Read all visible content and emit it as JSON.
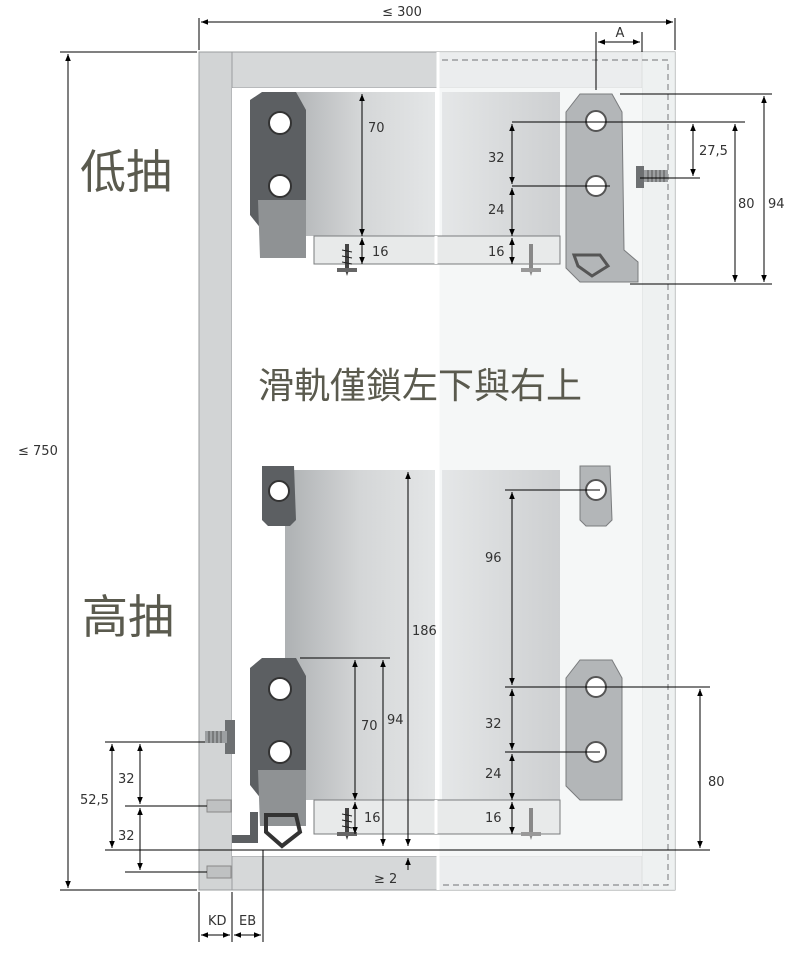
{
  "dimensions": {
    "width_max": "≤ 300",
    "height_max": "≤ 750",
    "a": "A",
    "kd": "KD",
    "eb": "EB",
    "gap_min": "≥ 2",
    "v27_5": "27,5",
    "v80": "80",
    "v94": "94",
    "v70": "70",
    "v16": "16",
    "v32": "32",
    "v24": "24",
    "v96": "96",
    "v186": "186",
    "v52_5": "52,5"
  },
  "labels": {
    "low_drawer": "低抽",
    "high_drawer": "高抽",
    "note": "滑軌僅鎖左下與右上"
  },
  "colors": {
    "cabinet": "#d6d8d9",
    "cabinet_light": "#eceeee",
    "panel": "#c9cbcc",
    "bracket": "#5c5f62",
    "bracket_light": "#9ea1a3",
    "line": "#000000",
    "text_big": "#5a5a4e"
  }
}
